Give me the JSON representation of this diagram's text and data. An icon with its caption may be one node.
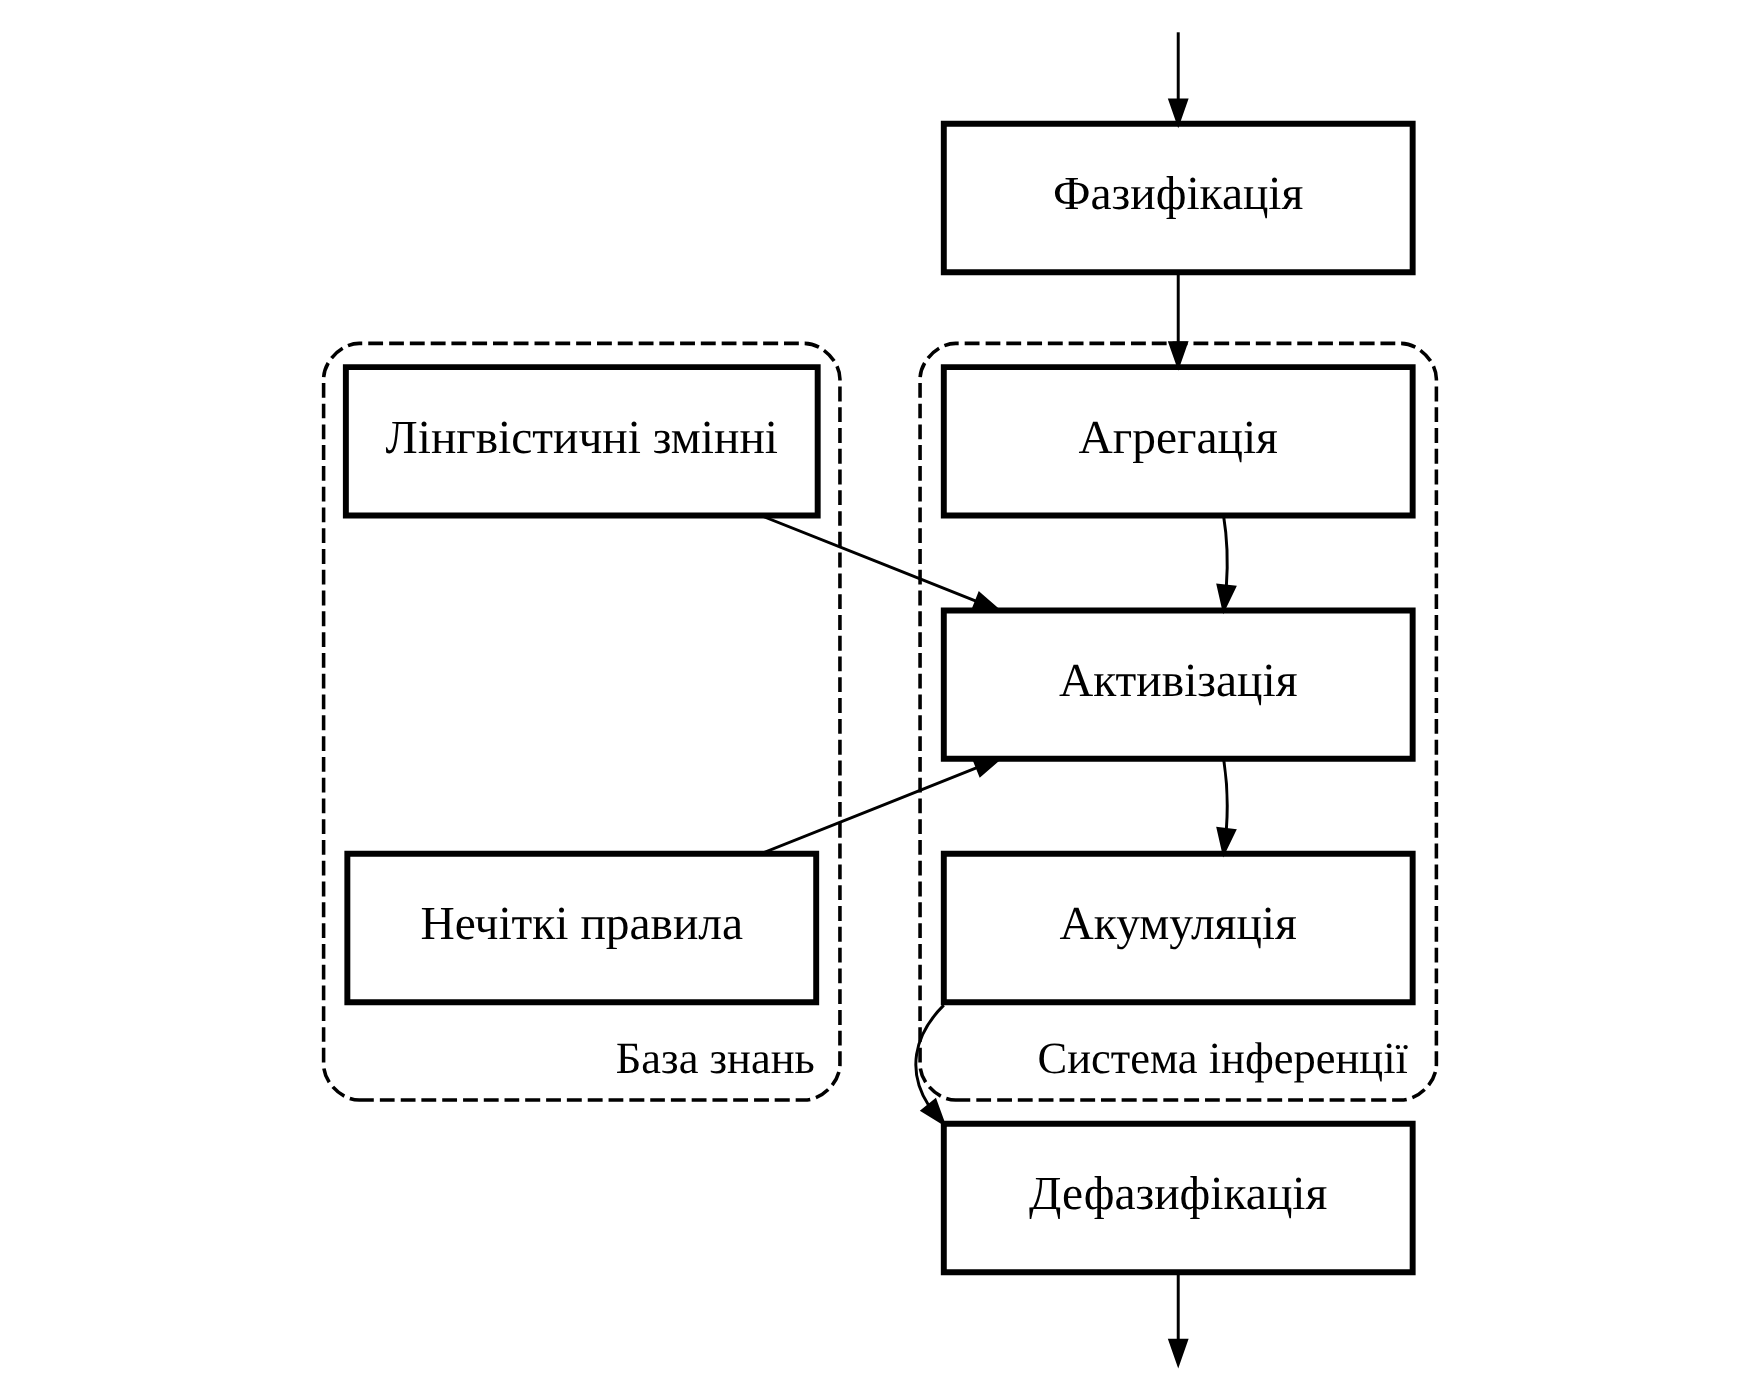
{
  "diagram": {
    "nodes": [
      {
        "text": [
          "База знань"
        ]
      },
      {
        "text": [
          "Лінгвістичні змінні"
        ],
        "in": 0
      },
      {
        "text": [
          "Нечіткі правила"
        ],
        "in": 0
      },
      {
        "text": [
          "Фазифікація"
        ]
      },
      {
        "text": [
          "Система інференції"
        ]
      },
      {
        "text": [
          "Агрегація"
        ],
        "in": 4
      },
      {
        "text": [
          "Активізація"
        ],
        "in": 4
      },
      {
        "text": [
          "Акумуляція"
        ],
        "in": 4
      },
      {
        "text": [
          "Дефазифікація"
        ]
      }
    ],
    "edges": [
      {
        "from": null,
        "to": 3,
        "arrow": "to"
      },
      {
        "from": 3,
        "to": 5,
        "arrow": "to"
      },
      {
        "from": 5,
        "to": 6,
        "arrow": "to"
      },
      {
        "from": 1,
        "to": 6,
        "arrow": "to"
      },
      {
        "from": 2,
        "to": 6,
        "arrow": "to"
      },
      {
        "from": 6,
        "to": 7,
        "arrow": "to"
      },
      {
        "from": 7,
        "to": 8,
        "arrow": "to"
      },
      {
        "from": 8,
        "to": null,
        "arrow": "to"
      }
    ]
  }
}
